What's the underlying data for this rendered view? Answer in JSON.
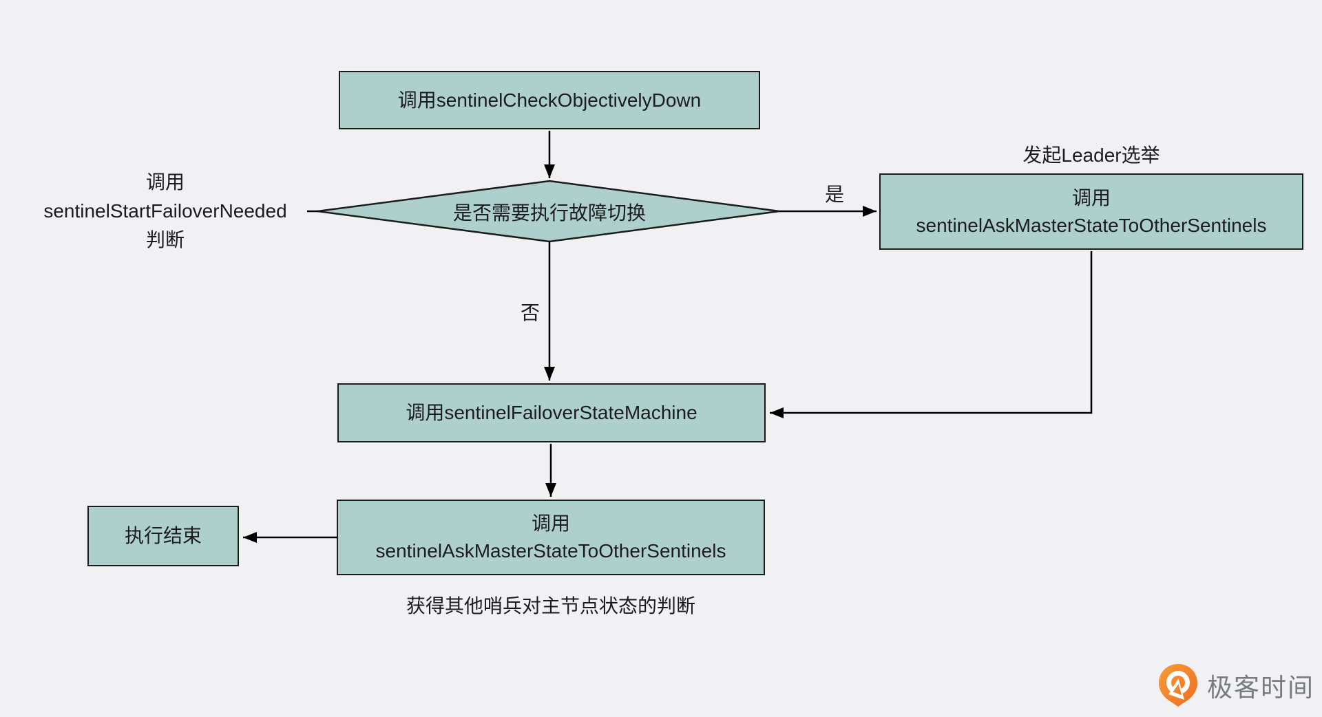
{
  "canvas": {
    "background": "#f1f1f3"
  },
  "colors": {
    "node_fill": "#aed0cd",
    "node_border": "#1b1b1b",
    "text": "#1c1c1e",
    "connector": "#000000",
    "logo_orange_light": "#f89c38",
    "logo_orange_dark": "#ed6c1f",
    "logo_text_gray": "#797b7e"
  },
  "nodes": {
    "check_objectively_down": {
      "label": "调用sentinelCheckObjectivelyDown"
    },
    "decision": {
      "label": "是否需要执行故障切换"
    },
    "ask_master_right": {
      "line1": "调用",
      "line2": "sentinelAskMasterStateToOtherSentinels"
    },
    "failover_state_machine": {
      "label": "调用sentinelFailoverStateMachine"
    },
    "ask_master_bottom": {
      "line1": "调用",
      "line2": "sentinelAskMasterStateToOtherSentinels"
    },
    "end": {
      "label": "执行结束"
    }
  },
  "annotations": {
    "left_note": {
      "line1": "调用",
      "line2": "sentinelStartFailoverNeeded",
      "line3": "判断"
    },
    "leader_election_label": "发起Leader选举",
    "yes_label": "是",
    "no_label": "否",
    "bottom_caption": "获得其他哨兵对主节点状态的判断"
  },
  "logo": {
    "brand_text": "极客时间"
  }
}
